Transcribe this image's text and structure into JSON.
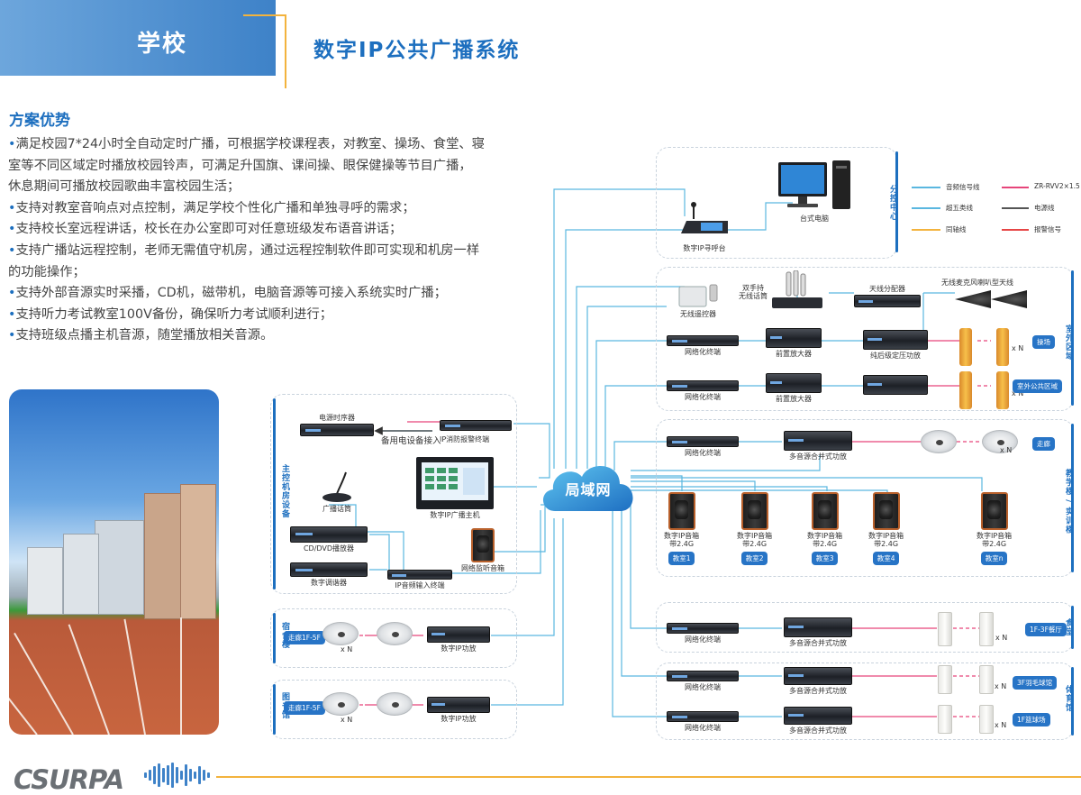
{
  "header": {
    "section": "学校",
    "title": "数字IP公共广播系统"
  },
  "advantages": {
    "title": "方案优势",
    "items": [
      "满足校园7*24小时全自动定时广播，可根据学校课程表，对教室、操场、食堂、寝",
      "室等不同区域定时播放校园铃声，可满足升国旗、课间操、眼保健操等节目广播，",
      "休息期间可播放校园歌曲丰富校园生活；",
      "支持对教室音响点对点控制，满足学校个性化广播和单独寻呼的需求；",
      "支持校长室远程讲话，校长在办公室即可对任意班级发布语音讲话；",
      "支持广播站远程控制，老师无需值守机房，通过远程控制软件即可实现和机房一样",
      "的功能操作；",
      "支持外部音源实时采播，CD机，磁带机，电脑音源等可接入系统实时广播；",
      "支持听力考试教室100V备份，确保听力考试顺利进行；",
      "支持班级点播主机音源，随堂播放相关音源。"
    ],
    "bulleted": [
      true,
      false,
      false,
      true,
      true,
      true,
      false,
      true,
      true,
      true
    ]
  },
  "network": {
    "label": "局域网"
  },
  "control_center": {
    "label": "分控中心",
    "desktop": "台式电脑",
    "paging": "数字IP寻呼台"
  },
  "legend": {
    "items": [
      {
        "label": "音频信号线",
        "color": "#5ab7e0"
      },
      {
        "label": "ZR-RVV2×1.5",
        "color": "#e6457a"
      },
      {
        "label": "超五类线",
        "color": "#5ab7e0"
      },
      {
        "label": "电源线",
        "color": "#555555"
      },
      {
        "label": "同轴线",
        "color": "#f3b33d"
      },
      {
        "label": "报警信号",
        "color": "#e64545"
      }
    ]
  },
  "outdoor": {
    "label": "室外区域",
    "wireless_ctrl": "无线遥控器",
    "mic": "双手持\n无线话筒",
    "splitter": "天线分配器",
    "horn": "无线麦克风喇叭型天线",
    "terminal1": "网络化终端",
    "preamp1": "前置放大器",
    "amp1": "纯后级定压功放",
    "terminal2": "网络化终端",
    "preamp2": "前置放大器",
    "tag1": "操场",
    "tag2": "室外公共区域",
    "xn": "x N"
  },
  "teaching": {
    "label": "教学楼 / 实训楼",
    "terminal": "网络化终端",
    "amp": "多音源合并式功放",
    "corridor_tag": "走廊",
    "speaker_caption": "数字IP音箱\n带2.4G",
    "rooms": [
      "教室1",
      "教室2",
      "教室3",
      "教室4",
      "教室n"
    ],
    "xn": "x N"
  },
  "canteen": {
    "label": "食堂",
    "terminal": "网络化终端",
    "amp": "多音源合并式功放",
    "tag": "1F-3F餐厅",
    "xn": "x N"
  },
  "gym": {
    "label": "体育馆",
    "terminal1": "网络化终端",
    "amp1": "多音源合并式功放",
    "tag1": "3F羽毛球馆",
    "terminal2": "网络化终端",
    "amp2": "多音源合并式功放",
    "tag2": "1F篮球场",
    "xn": "x N"
  },
  "main_room": {
    "label": "主控机房设备",
    "power": "电源时序器",
    "fire": "IP消防报警终端",
    "backup": "备用电设备接入",
    "host": "数字IP广播主机",
    "mic": "广播话筒",
    "cd": "CD/DVD播放器",
    "tuner": "数字调谐器",
    "input": "IP音频输入终端",
    "monitor": "网络监听音箱"
  },
  "dorm": {
    "label": "宿舍楼",
    "tag": "走廊1F-5F",
    "amp": "数字IP功放",
    "xn": "x N"
  },
  "library": {
    "label": "图书馆",
    "tag": "走廊1F-5F",
    "amp": "数字IP功放",
    "xn": "x N"
  },
  "brand": {
    "name": "CSURPA"
  }
}
